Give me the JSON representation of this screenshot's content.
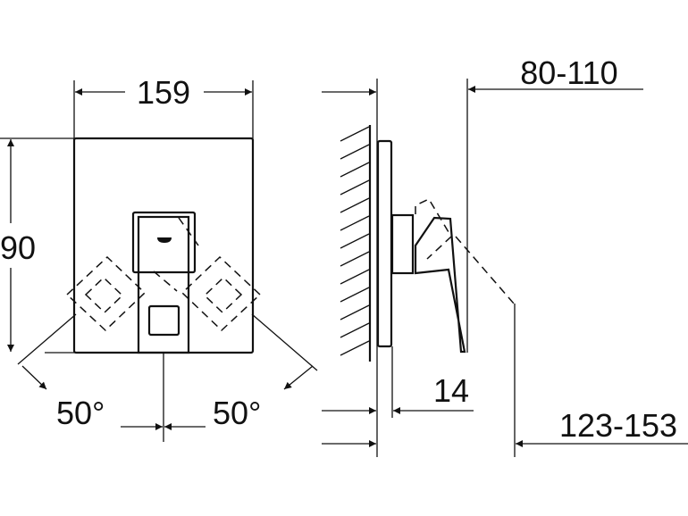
{
  "dimensions": {
    "width": "159",
    "height": "90",
    "angle_left": "50°",
    "angle_right": "50°",
    "projection": "80-110",
    "plate_depth": "14",
    "wall_range": "123-153"
  },
  "colors": {
    "line": "#111111",
    "background": "#ffffff"
  }
}
